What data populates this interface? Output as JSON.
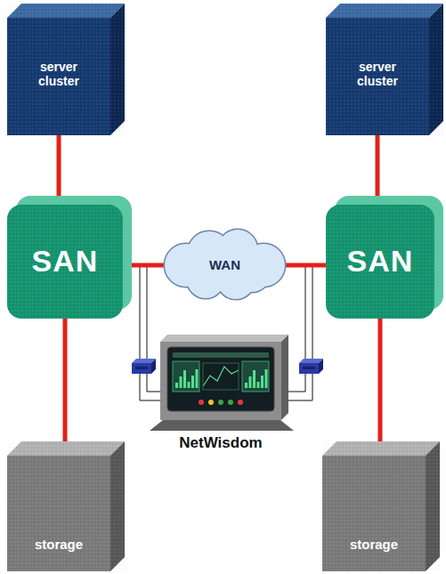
{
  "diagram": {
    "nodes": [
      {
        "text": [
          "server cluster"
        ]
      },
      {
        "text": [
          "server cluster"
        ]
      },
      {
        "text": [
          "SAN"
        ]
      },
      {
        "text": [
          "WAN"
        ]
      },
      {
        "text": [
          "SAN"
        ]
      },
      {
        "text": [
          "NetWisdom"
        ]
      },
      {
        "text": [
          "storage"
        ]
      },
      {
        "text": [
          "storage"
        ]
      }
    ],
    "edges": [
      {
        "from": 0,
        "to": 2,
        "arrow": "none"
      },
      {
        "from": 2,
        "to": 6,
        "arrow": "none"
      },
      {
        "from": 2,
        "to": 3,
        "arrow": "none"
      },
      {
        "from": 3,
        "to": 4,
        "arrow": "none"
      },
      {
        "from": 1,
        "to": 4,
        "arrow": "none"
      },
      {
        "from": 4,
        "to": 7,
        "arrow": "none"
      }
    ]
  }
}
